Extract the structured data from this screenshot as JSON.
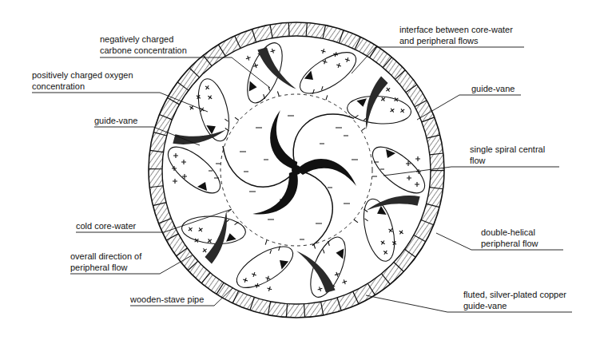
{
  "diagram": {
    "labels": [
      "negatively charged carbone concentration",
      "positively charged oxygen concentration",
      "guide-vane",
      "cold core-water",
      "overall direction of peripheral flow",
      "wooden-stave pipe",
      "interface between core-water and peripheral flows",
      "guide-vane",
      "single spiral central flow",
      "double-helical peripheral flow",
      "fluted, silver-plated copper guide-vane"
    ]
  }
}
